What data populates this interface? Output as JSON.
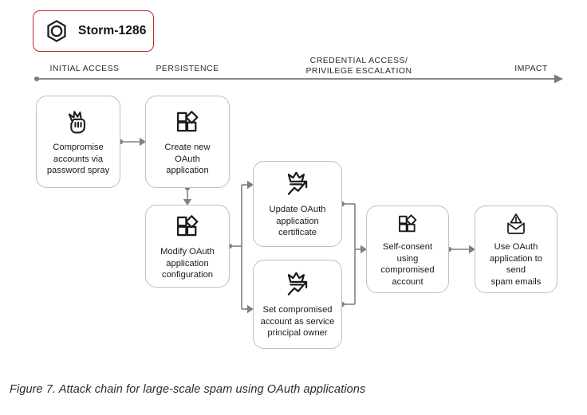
{
  "actor": {
    "name": "Storm-1286",
    "icon": "hexagon-threat-actor-icon",
    "border_color": "#c4262e"
  },
  "timeline": {
    "axis_icon": "right-arrow-axis",
    "phases": [
      {
        "label": "INITIAL ACCESS"
      },
      {
        "label": "PERSISTENCE"
      },
      {
        "label": "CREDENTIAL ACCESS/\nPRIVILEGE ESCALATION"
      },
      {
        "label": "IMPACT"
      }
    ]
  },
  "nodes": [
    {
      "id": "compromise-accounts",
      "label": "Compromise\naccounts via\npassword spray",
      "icon": "fist-password-spray-icon"
    },
    {
      "id": "create-oauth-app",
      "label": "Create new OAuth\napplication",
      "icon": "apps-grid-icon"
    },
    {
      "id": "modify-oauth-config",
      "label": "Modify OAuth\napplication\nconfiguration",
      "icon": "apps-grid-icon"
    },
    {
      "id": "update-certificate",
      "label": "Update OAuth\napplication\ncertificate",
      "icon": "crown-arrow-privilege-icon"
    },
    {
      "id": "set-principal-owner",
      "label": "Set compromised\naccount as service\nprincipal owner",
      "icon": "crown-arrow-privilege-icon"
    },
    {
      "id": "self-consent",
      "label": "Self-consent using\ncompromised\naccount",
      "icon": "apps-grid-icon"
    },
    {
      "id": "send-spam",
      "label": "Use OAuth\napplication to send\nspam emails",
      "icon": "envelope-warning-icon"
    }
  ],
  "caption": {
    "text": "Figure 7. Attack chain for large-scale spam using OAuth applications"
  },
  "colors": {
    "node_border": "#bfbfbf",
    "connector": "#808080",
    "text": "#1a1a1a",
    "accent_red": "#c4262e"
  }
}
